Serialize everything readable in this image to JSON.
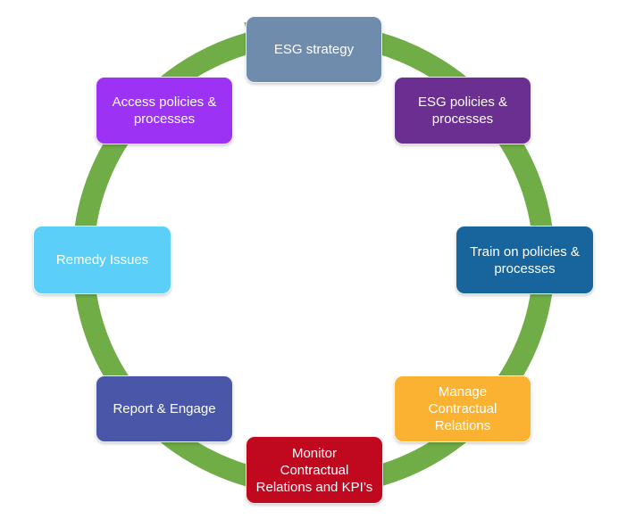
{
  "diagram": {
    "ring_color": "#70ad47",
    "nodes": [
      {
        "label": "ESG strategy",
        "color": "#6f8cad"
      },
      {
        "label": "ESG policies &\nprocesses",
        "color": "#6b2e91"
      },
      {
        "label": "Train on policies &\nprocesses",
        "color": "#17659c"
      },
      {
        "label": "Manage\nContractual\nRelations",
        "color": "#fbb232"
      },
      {
        "label": "Monitor\nContractual\nRelations and KPI’s",
        "color": "#c0081f"
      },
      {
        "label": "Report & Engage",
        "color": "#4a56a8"
      },
      {
        "label": "Remedy Issues",
        "color": "#5bcff8"
      },
      {
        "label": "Access policies  &\nprocesses",
        "color": "#9b32f4"
      }
    ]
  }
}
